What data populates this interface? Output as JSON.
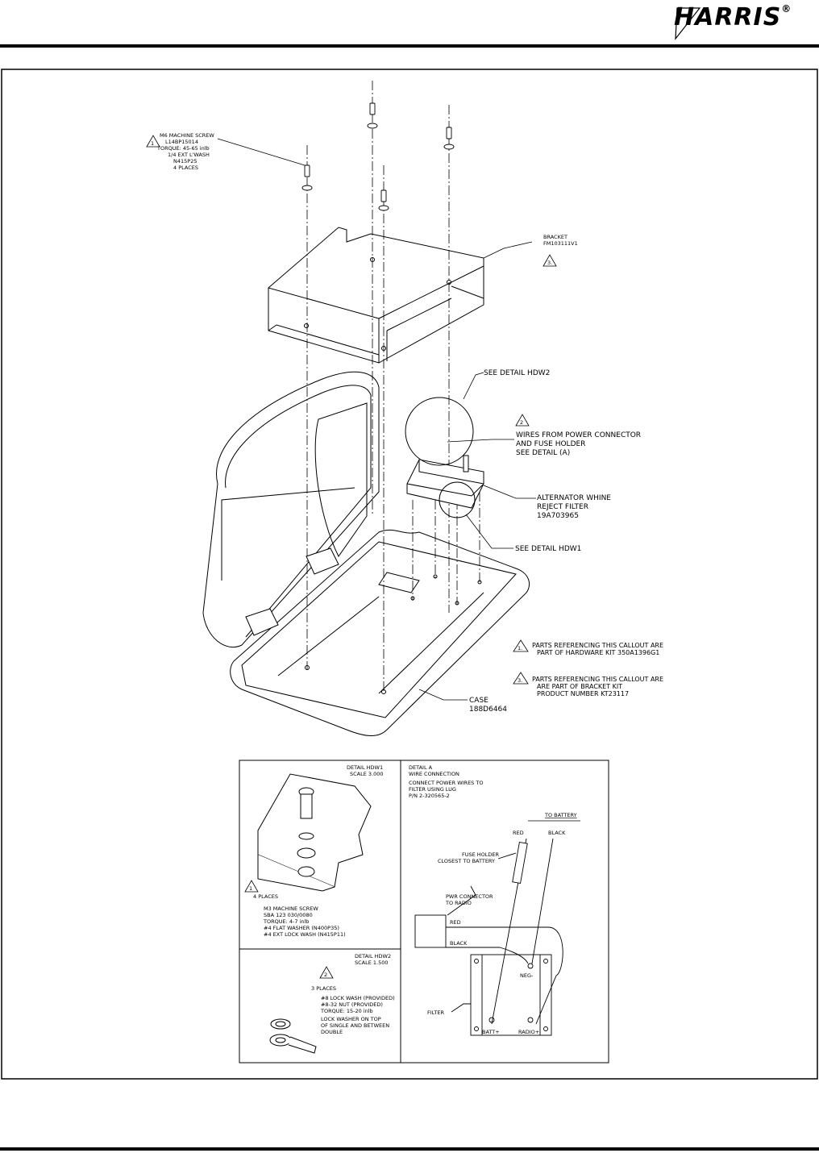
{
  "brand": {
    "logo": "HARRIS",
    "reg_mark": "®"
  },
  "callouts": {
    "screw": {
      "flag": "1",
      "lines": [
        "M6 MACHINE SCREW",
        "L14BP15014",
        "TORQUE: 45-65 inlb",
        "1/4 EXT L'WASH",
        "N415P25",
        "4 PLACES"
      ]
    },
    "bracket": {
      "flag": "3.",
      "lines": [
        "BRACKET",
        "FM103111V1"
      ]
    },
    "see_hdw2": "SEE DETAIL HDW2",
    "wires": {
      "flag": "2",
      "lines": [
        "WIRES FROM POWER CONNECTOR",
        "AND FUSE HOLDER",
        "SEE DETAIL (A)"
      ]
    },
    "filter": {
      "lines": [
        "ALTERNATOR WHINE",
        "REJECT FILTER",
        "19A703965"
      ]
    },
    "see_hdw1": "SEE DETAIL HDW1",
    "note1": {
      "flag": "1.",
      "lines": [
        "PARTS REFERENCING THIS CALLOUT ARE",
        "PART OF HARDWARE KIT 350A1396G1"
      ]
    },
    "note3": {
      "flag": "3.",
      "lines": [
        "PARTS REFERENCING THIS CALLOUT ARE",
        "ARE PART OF BRACKET KIT",
        "PRODUCT NUMBER KT23117"
      ]
    },
    "case": {
      "lines": [
        "CASE",
        "188D6464"
      ]
    }
  },
  "detail_hdw1": {
    "title": [
      "DETAIL HDW1",
      "SCALE 3.000"
    ],
    "flag": "1",
    "places": "4 PLACES",
    "lines": [
      "M3 MACHINE SCREW",
      "SBA 123 030/0080",
      "TORQUE: 4-7 inlb",
      "#4 FLAT WASHER (N400P35)",
      "#4 EXT LOCK WASH (N415P11)"
    ]
  },
  "detail_hdw2": {
    "title": [
      "DETAIL HDW2",
      "SCALE 1.500"
    ],
    "flag": "2",
    "places": "3 PLACES",
    "lines": [
      "#8 LOCK WASH (PROVIDED)",
      "#8-32 NUT (PROVIDED)",
      "TORQUE: 15-20 inlb",
      "LOCK WASHER ON TOP",
      "OF SINGLE AND BETWEEN",
      "DOUBLE"
    ]
  },
  "detail_a": {
    "header": [
      "DETAIL A",
      "WIRE CONNECTION"
    ],
    "instructions": [
      "CONNECT POWER WIRES TO",
      "FILTER USING LUG",
      "P/N 2-320565-2"
    ],
    "to_battery": "TO BATTERY",
    "red": "RED",
    "black": "BLACK",
    "fuse_holder": [
      "FUSE HOLDER",
      "CLOSEST TO BATTERY"
    ],
    "pwr_connector": [
      "PWR CONNECTOR",
      "TO RADIO"
    ],
    "red2": "RED",
    "black2": "BLACK",
    "neg": "NEG-",
    "filter_label": "FILTER",
    "batt": "BATT+",
    "radio": "RADIO+"
  }
}
